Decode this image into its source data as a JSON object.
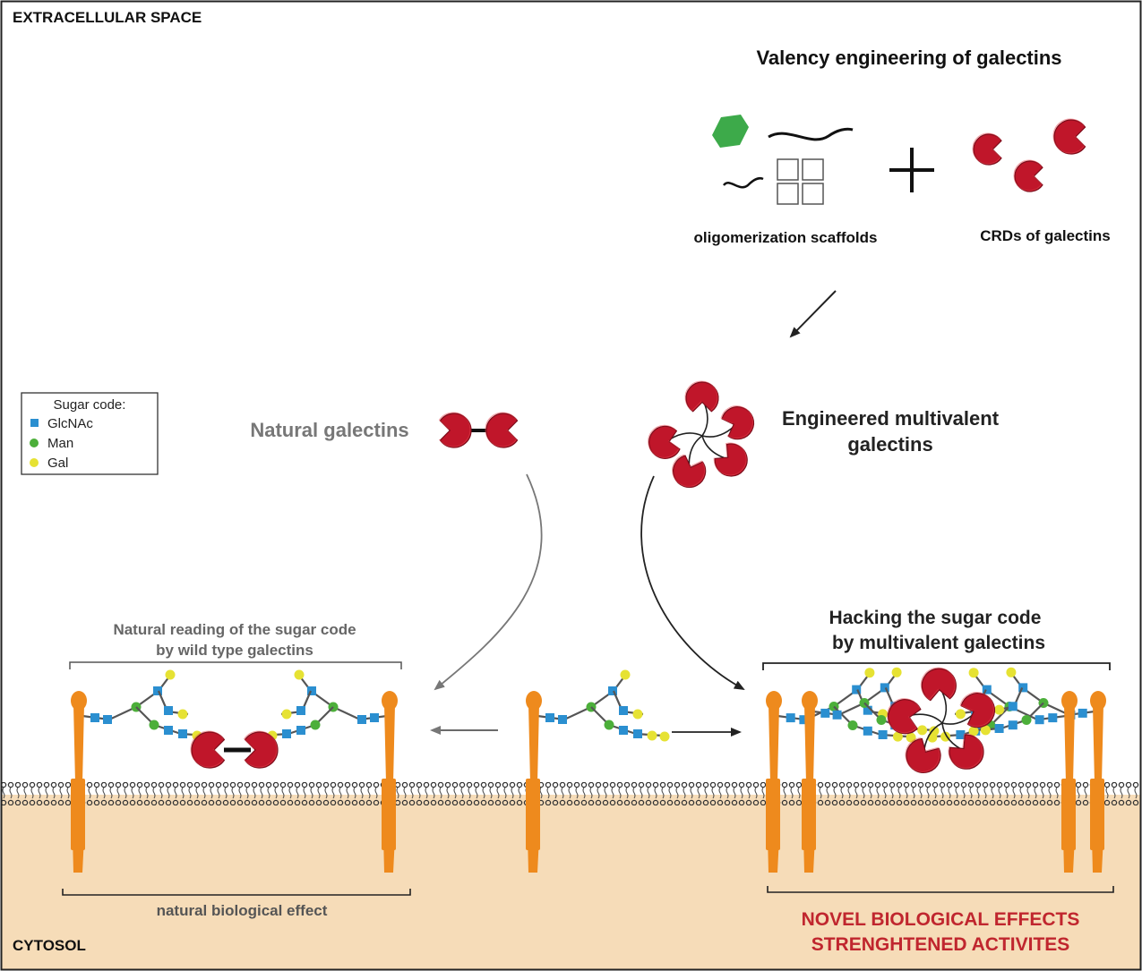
{
  "regions": {
    "extracellular": "EXTRACELLULAR SPACE",
    "cytosol": "CYTOSOL"
  },
  "engineering": {
    "title": "Valency engineering of galectins",
    "scaffolds_label": "oligomerization scaffolds",
    "crds_label": "CRDs of galectins"
  },
  "legend": {
    "title": "Sugar code:",
    "items": [
      {
        "label": "GlcNAc",
        "color": "#2b8fd0",
        "shape": "square"
      },
      {
        "label": "Man",
        "color": "#4caf3a",
        "shape": "circle"
      },
      {
        "label": "Gal",
        "color": "#e6e233",
        "shape": "circle"
      }
    ]
  },
  "natural": {
    "label": "Natural galectins",
    "reading_line1": "Natural reading of the sugar code",
    "reading_line2": "by wild type galectins",
    "effect": "natural biological effect"
  },
  "engineered": {
    "label_line1": "Engineered multivalent",
    "label_line2": "galectins",
    "hacking_line1": "Hacking the sugar code",
    "hacking_line2": "by multivalent galectins",
    "effect_line1": "NOVEL BIOLOGICAL EFFECTS",
    "effect_line2": "STRENGHTENED ACTIVITES"
  },
  "colors": {
    "galectin": "#c0162a",
    "galectin_dark": "#7d0c1a",
    "receptor": "#ee8a1d",
    "cytosol": "#f6dcb8",
    "membrane": "#4a4a4a",
    "scaffold_hexagon": "#3daa4a",
    "novel_text": "#c0262e",
    "gray_text": "#666666",
    "border": "#222222"
  },
  "icons": {
    "plus": "plus-icon",
    "arrow": "arrow-icon"
  }
}
